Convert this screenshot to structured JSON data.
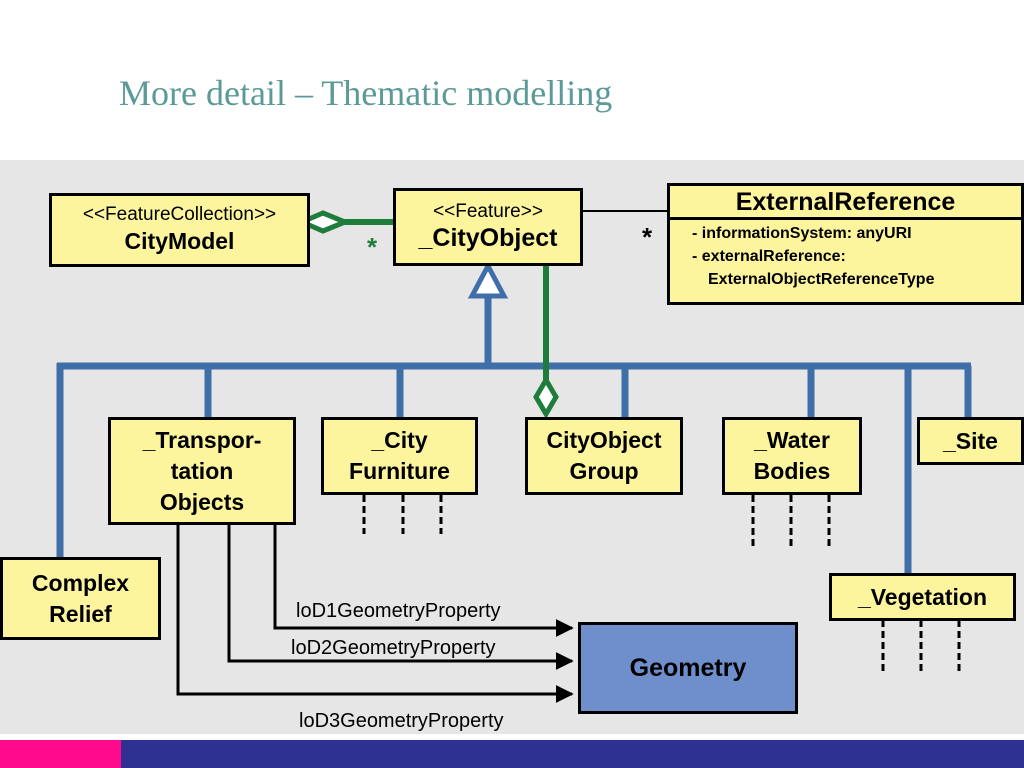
{
  "slide": {
    "title": "More detail – Thematic modelling"
  },
  "diagram": {
    "city_model": {
      "stereotype": "<<FeatureCollection>>",
      "name": "CityModel"
    },
    "city_object": {
      "stereotype": "<<Feature>>",
      "name": "_CityObject"
    },
    "external_reference": {
      "name": "ExternalReference",
      "attributes": [
        "- informationSystem: anyURI",
        "- externalReference:",
        "ExternalObjectReferenceType"
      ]
    },
    "multiplicity": {
      "citymodel_side": "*",
      "external_side": "*"
    },
    "subclasses": {
      "transportation": [
        "_Transpor-",
        "tation",
        "Objects"
      ],
      "city_furniture": [
        "_City",
        "Furniture"
      ],
      "cityobject_group": [
        "CityObject",
        "Group"
      ],
      "water_bodies": [
        "_Water",
        "Bodies"
      ],
      "site": "_Site",
      "complex_relief": [
        "Complex",
        "Relief"
      ],
      "vegetation": "_Vegetation"
    },
    "geometry": {
      "name": "Geometry",
      "properties": [
        "loD1GeometryProperty",
        "loD2GeometryProperty",
        "loD3GeometryProperty"
      ]
    },
    "colors": {
      "class_fill": "#fdf59e",
      "geometry_fill": "#6f8fcc",
      "inheritance_line": "#3f6fa8",
      "aggregation_line": "#1e7d3a",
      "title": "#5b9a96"
    }
  }
}
